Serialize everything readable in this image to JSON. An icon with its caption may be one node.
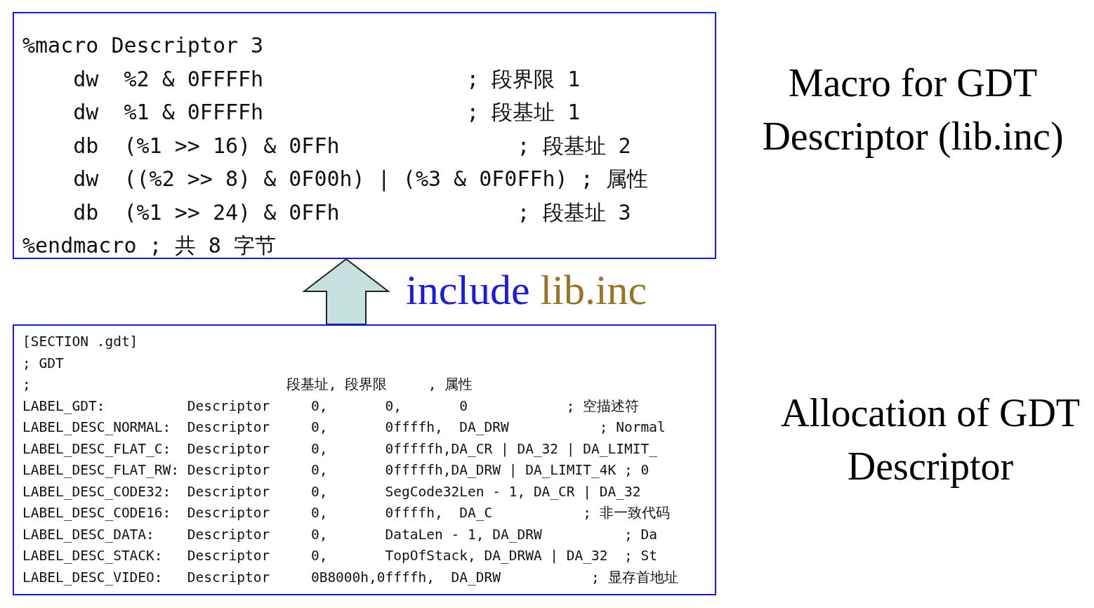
{
  "diagram": {
    "nodes": [
      {
        "text": [
          "%macro Descriptor 3",
          "    dw  %2 & 0FFFFh                ; 段界限 1",
          "    dw  %1 & 0FFFFh                ; 段基址 1",
          "    db  (%1 >> 16) & 0FFh              ; 段基址 2",
          "    dw  ((%2 >> 8) & 0F00h) | (%3 & 0F0FFh) ; 属性",
          "    db  (%1 >> 24) & 0FFh              ; 段基址 3",
          "%endmacro ; 共 8 字节"
        ],
        "beside": [
          "Macro for GDT Descriptor (lib.inc)"
        ]
      },
      {
        "text": [
          "[SECTION .gdt]",
          "; GDT",
          ";                               段基址, 段界限     , 属性",
          "LABEL_GDT:          Descriptor     0,       0,       0            ; 空描述符",
          "LABEL_DESC_NORMAL:  Descriptor     0,       0ffffh,  DA_DRW           ; Normal",
          "LABEL_DESC_FLAT_C:  Descriptor     0,       0fffffh,DA_CR | DA_32 | DA_LIMIT_",
          "LABEL_DESC_FLAT_RW: Descriptor     0,       0fffffh,DA_DRW | DA_LIMIT_4K ; 0",
          "LABEL_DESC_CODE32:  Descriptor     0,       SegCode32Len - 1, DA_CR | DA_32",
          "LABEL_DESC_CODE16:  Descriptor     0,       0ffffh,  DA_C           ; 非一致代码",
          "LABEL_DESC_DATA:    Descriptor     0,       DataLen - 1, DA_DRW          ; Da",
          "LABEL_DESC_STACK:   Descriptor     0,       TopOfStack, DA_DRWA | DA_32  ; St",
          "LABEL_DESC_VIDEO:   Descriptor     0B8000h,0ffffh,  DA_DRW           ; 显存首地址"
        ],
        "beside": [
          "Allocation of GDT Descriptor"
        ]
      }
    ],
    "edges": [
      {
        "from": 1,
        "to": 0,
        "arrow": "to",
        "label": "include lib.inc"
      }
    ]
  }
}
